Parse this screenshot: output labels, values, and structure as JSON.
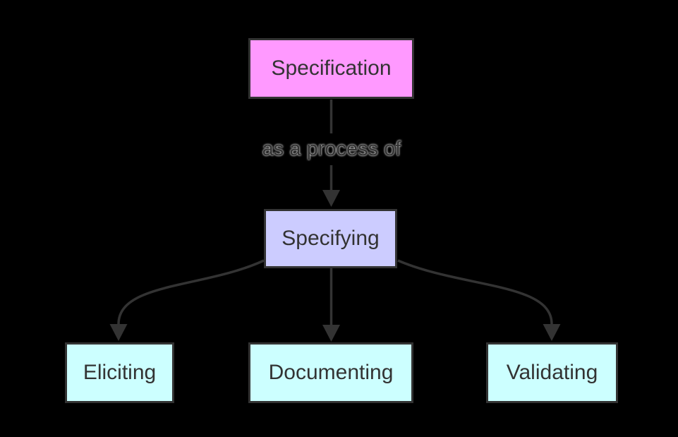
{
  "diagram": {
    "type": "flowchart",
    "direction": "top-down",
    "background_color": "#000000",
    "edge_color": "#333333",
    "node_border_color": "#333333",
    "node_text_color": "#333333",
    "nodes": [
      {
        "id": "specification",
        "label": "Specification",
        "fill": "#ff99ff"
      },
      {
        "id": "specifying",
        "label": "Specifying",
        "fill": "#ccccff"
      },
      {
        "id": "eliciting",
        "label": "Eliciting",
        "fill": "#ccffff"
      },
      {
        "id": "documenting",
        "label": "Documenting",
        "fill": "#ccffff"
      },
      {
        "id": "validating",
        "label": "Validating",
        "fill": "#ccffff"
      }
    ],
    "edges": [
      {
        "from": "specification",
        "to": "specifying",
        "label": "as a process of"
      },
      {
        "from": "specifying",
        "to": "eliciting",
        "label": ""
      },
      {
        "from": "specifying",
        "to": "documenting",
        "label": ""
      },
      {
        "from": "specifying",
        "to": "validating",
        "label": ""
      }
    ]
  }
}
